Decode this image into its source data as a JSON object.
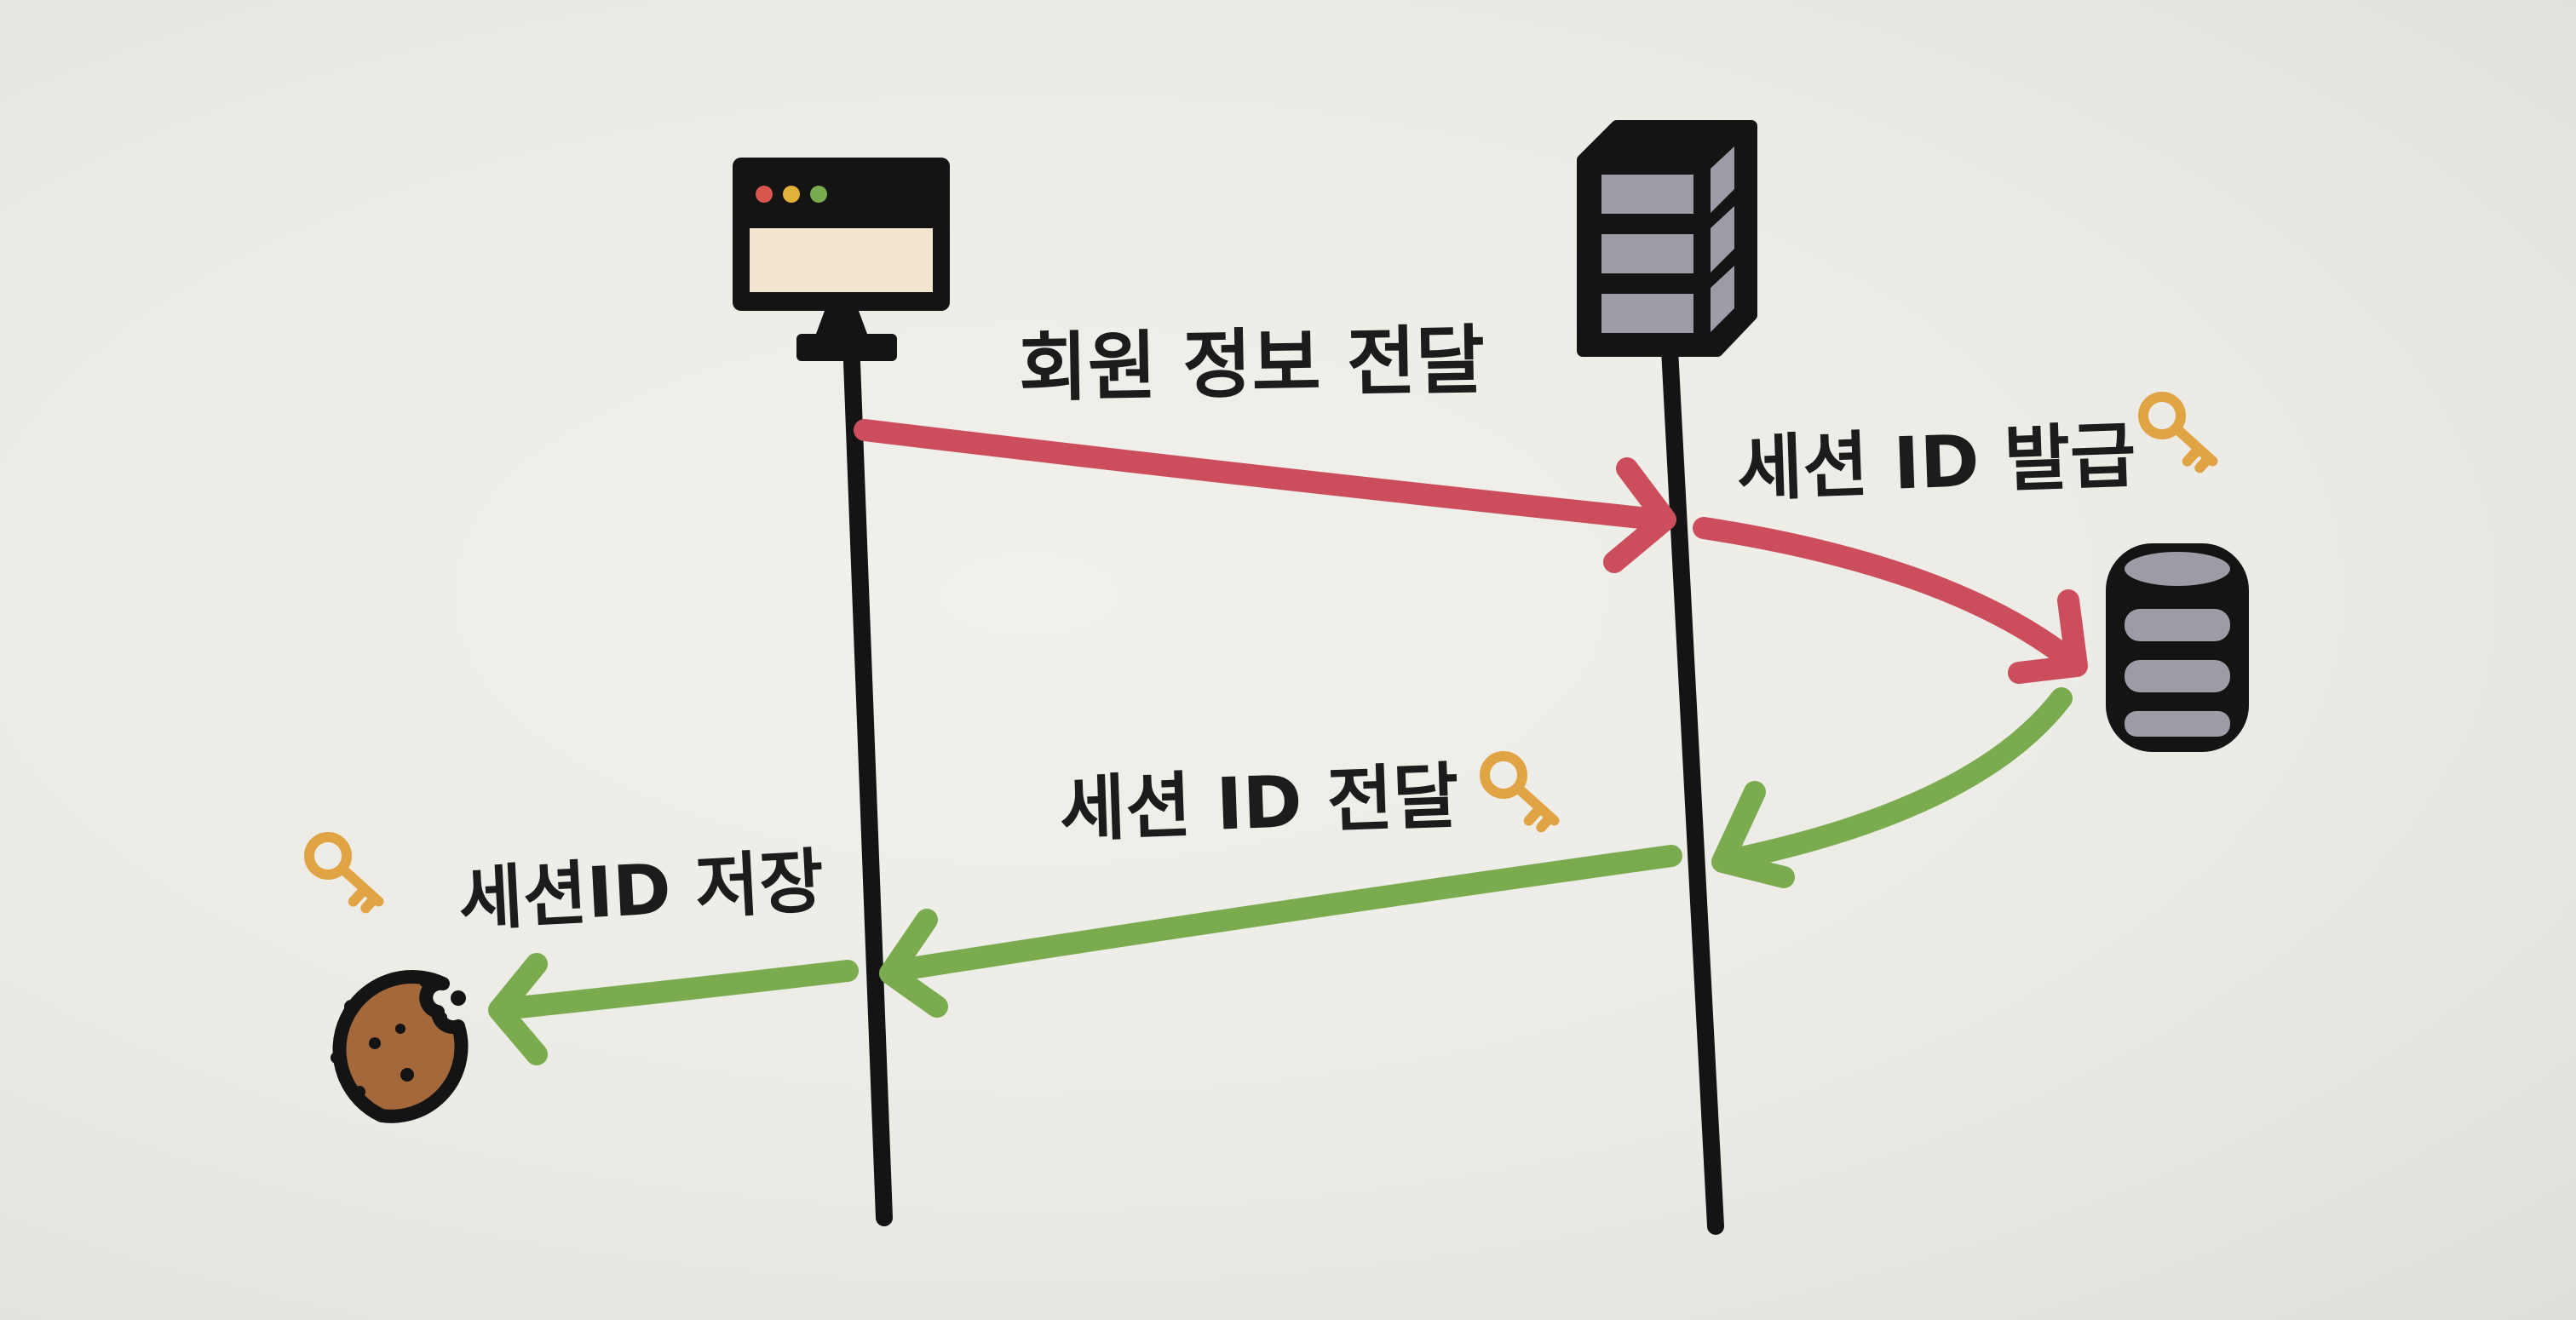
{
  "actors": {
    "client": {
      "icon": "browser-window-icon"
    },
    "server": {
      "icon": "server-rack-icon"
    },
    "store": {
      "icon": "database-icon"
    },
    "cookie": {
      "icon": "cookie-icon"
    }
  },
  "messages": {
    "send_member_info": "회원 정보 전달",
    "issue_session_id": "세션 ID 발급",
    "deliver_session_id": "세션 ID 전달",
    "store_session_id": "세션ID 저장"
  },
  "colors": {
    "request_arrow": "#cc4d5c",
    "response_arrow": "#7aab4e",
    "key": "#e0a445",
    "outline": "#141414",
    "server_face": "#9c9ca6",
    "browser_screen": "#f1e6cd",
    "cookie": "#a4683a"
  }
}
